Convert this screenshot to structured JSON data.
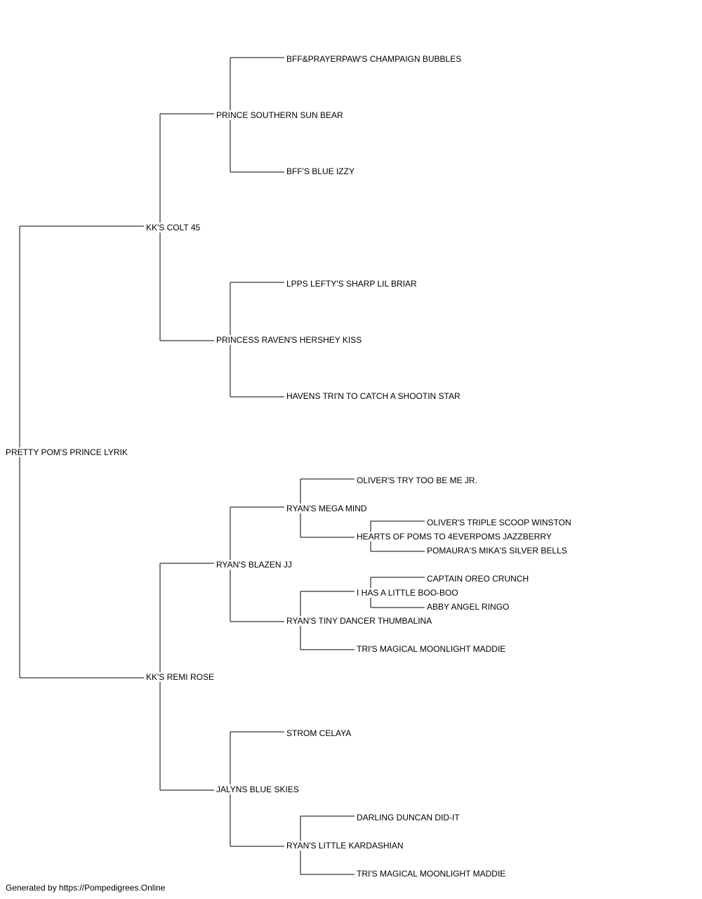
{
  "pedigree": {
    "name": "PRETTY POM'S PRINCE LYRIK",
    "sire": {
      "name": "KK'S COLT 45",
      "sire": {
        "name": "PRINCE SOUTHERN SUN BEAR",
        "sire": {
          "name": "BFF&PRAYERPAW'S CHAMPAIGN BUBBLES"
        },
        "dam": {
          "name": "BFF'S BLUE IZZY"
        }
      },
      "dam": {
        "name": "PRINCESS RAVEN'S HERSHEY KISS",
        "sire": {
          "name": "LPPS LEFTY'S SHARP LIL BRIAR"
        },
        "dam": {
          "name": "HAVENS TRI'N TO CATCH A SHOOTIN STAR"
        }
      }
    },
    "dam": {
      "name": "KK'S REMI ROSE",
      "sire": {
        "name": "RYAN'S BLAZEN JJ",
        "sire": {
          "name": "RYAN'S MEGA MIND",
          "sire": {
            "name": "OLIVER'S TRY TOO BE ME JR."
          },
          "dam": {
            "name": "HEARTS OF POMS TO 4EVERPOMS JAZZBERRY",
            "sire": {
              "name": "OLIVER'S TRIPLE SCOOP WINSTON"
            },
            "dam": {
              "name": "POMAURA'S MIKA'S SILVER BELLS"
            }
          }
        },
        "dam": {
          "name": "RYAN'S TINY DANCER THUMBALINA",
          "sire": {
            "name": "I HAS A LITTLE BOO-BOO",
            "sire": {
              "name": "CAPTAIN OREO CRUNCH"
            },
            "dam": {
              "name": "ABBY ANGEL RINGO"
            }
          },
          "dam": {
            "name": "TRI'S MAGICAL MOONLIGHT MADDIE"
          }
        }
      },
      "dam": {
        "name": "JALYNS BLUE SKIES",
        "sire": {
          "name": "STROM CELAYA"
        },
        "dam": {
          "name": "RYAN'S LITTLE KARDASHIAN",
          "sire": {
            "name": "DARLING DUNCAN DID-IT"
          },
          "dam": {
            "name": "TRI'S MAGICAL MOONLIGHT MADDIE"
          }
        }
      }
    }
  },
  "footer": "Generated by https://Pompedigrees.Online"
}
